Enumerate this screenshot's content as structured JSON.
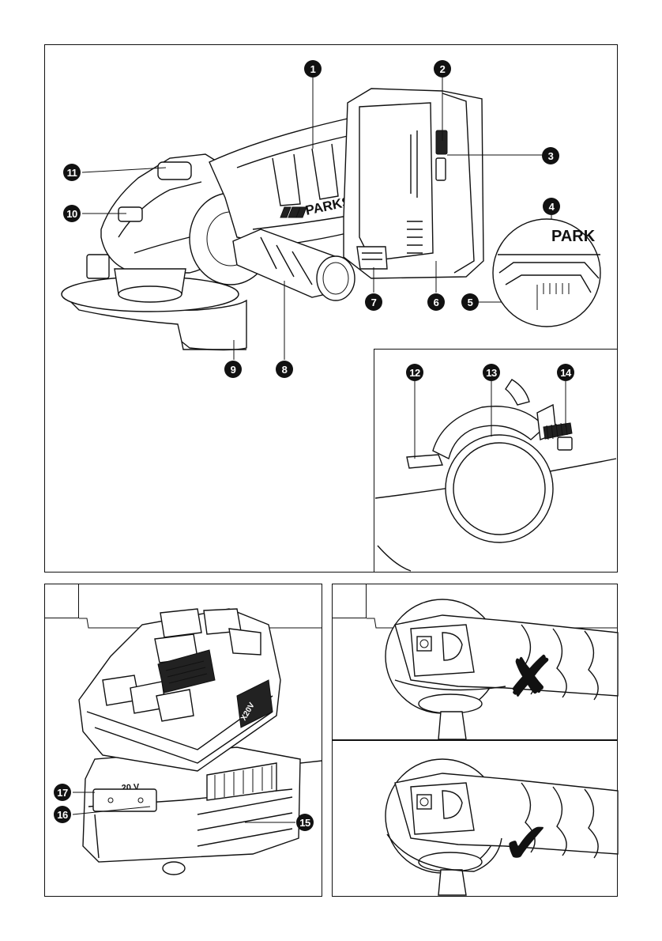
{
  "main": {
    "callouts": [
      "1",
      "2",
      "3",
      "4",
      "5",
      "6",
      "7",
      "8",
      "9",
      "10",
      "11"
    ],
    "brand": "PARKSIDE",
    "detail_brand": "PARK"
  },
  "guard_detail": {
    "callouts": [
      "12",
      "13",
      "14"
    ]
  },
  "panel_a": {
    "callouts": [
      "15",
      "16",
      "17"
    ],
    "voltage": "20 V",
    "series": "X20V"
  },
  "panel_b": {
    "wrong_mark": "✘",
    "right_mark": "✔"
  }
}
